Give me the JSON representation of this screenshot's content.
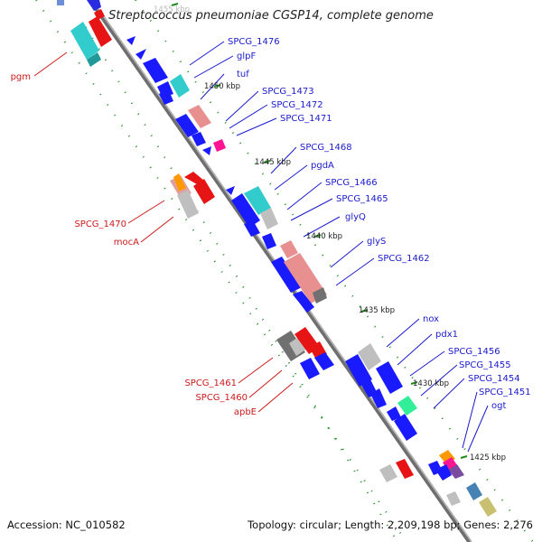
{
  "title": "Streptococcus pneumoniae CGSP14, complete genome",
  "footer": {
    "accession": "Accession: NC_010582",
    "topology": "Topology: circular; Length: 2,209,198 bp; Genes: 2,276"
  },
  "colors": {
    "backbone": "#808080",
    "tick": "#1f8a1f",
    "right_label": "#1a1acc",
    "left_label": "#cc1a1a",
    "kbp_label": "#222222"
  },
  "kbp_ticks": [
    "1455 kbp",
    "1450 kbp",
    "1445 kbp",
    "1440 kbp",
    "1435 kbp",
    "1430 kbp",
    "1425 kbp"
  ],
  "right_genes": [
    "SPCG_1476",
    "glpF",
    "tuf",
    "SPCG_1473",
    "SPCG_1472",
    "SPCG_1471",
    "SPCG_1468",
    "pgdA",
    "SPCG_1466",
    "SPCG_1465",
    "glyQ",
    "glyS",
    "SPCG_1462",
    "nox",
    "pdx1",
    "SPCG_1456",
    "SPCG_1455",
    "SPCG_1454",
    "SPCG_1451",
    "ogt"
  ],
  "left_genes": [
    "pgm",
    "SPCG_1470",
    "mocA",
    "SPCG_1461",
    "SPCG_1460",
    "apbE"
  ]
}
